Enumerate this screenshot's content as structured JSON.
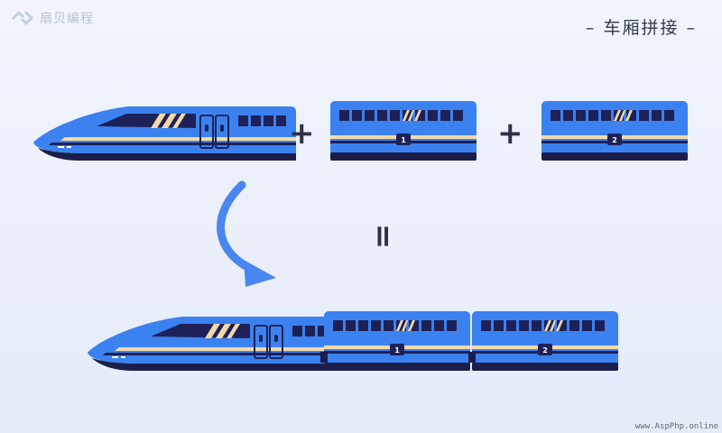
{
  "brand": {
    "name": "扇贝编程"
  },
  "title": "– 车厢拼接 –",
  "operators": {
    "plus": "+",
    "equals": "="
  },
  "cars": [
    {
      "label": "1"
    },
    {
      "label": "2"
    }
  ],
  "watermark": "www.AspPhp.online",
  "colors": {
    "body": "#3b82f0",
    "dark": "#1b1d4b",
    "stripe": "#f2d9a8",
    "window": "#1e2157",
    "arrow": "#4a86f0"
  }
}
